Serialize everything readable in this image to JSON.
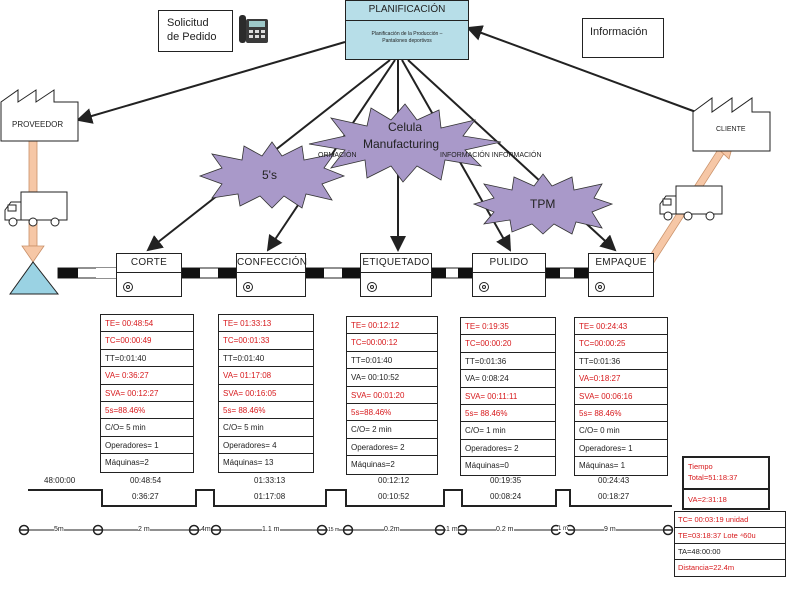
{
  "plan": {
    "title": "PLANIFICACIÓN",
    "sub1": "Planificación de la Producción –",
    "sub2": "Pantalones deportivos"
  },
  "top_labels": {
    "solicitud1": "Solicitud",
    "solicitud2": "de Pedido",
    "informacion": "Información"
  },
  "supplier": "PROVEEDOR",
  "customer": "CLIENTE",
  "bursts": {
    "celula1": "Celula",
    "celula2": "Manufacturing",
    "s5": "5's",
    "tpm": "TPM"
  },
  "flow_labels": {
    "left": "ORMACIÓN",
    "right": "INFORMACIÓN INFORMACIÓN"
  },
  "processes": [
    {
      "name": "CORTE",
      "rows": [
        "TE= 00:48:54",
        "TC=00:00:49",
        "TT=0:01:40",
        "VA= 0:36:27",
        "SVA= 00:12:27",
        "5s=88.46%",
        "C/O= 5 min",
        "Operadores= 1",
        "Máquinas=2"
      ]
    },
    {
      "name": "CONFECCIÓN",
      "rows": [
        "TE= 01:33:13",
        "TC=00:01:33",
        "TT=0:01:40",
        "VA= 01:17:08",
        "SVA= 00:16:05",
        "5s= 88.46%",
        "C/O= 5 min",
        "Operadores= 4",
        "Máquinas= 13"
      ]
    },
    {
      "name": "ETIQUETADO",
      "rows": [
        "TE= 00:12:12",
        "TC=00:00:12",
        "TT=0:01:40",
        "VA= 00:10:52",
        "SVA= 00:01:20",
        "5s=88.46%",
        "C/O= 2 min",
        "Operadores= 2",
        "Máquinas=2"
      ]
    },
    {
      "name": "PULIDO",
      "rows": [
        "TE= 0:19:35",
        "TC=00:00:20",
        "TT=0:01:36",
        "VA= 0:08:24",
        "SVA= 00:11:11",
        "5s= 88.46%",
        "C/O= 1 min",
        "Operadores= 2",
        "Máquinas=0"
      ]
    },
    {
      "name": "EMPAQUE",
      "rows": [
        "TE= 00:24:43",
        "TC=00:00:25",
        "TT=0:01:36",
        "VA=0:18:27",
        "SVA= 00:06:16",
        "5s= 88.46%",
        "C/O= 0 min",
        "Operadores= 1",
        "Máquinas= 1"
      ]
    }
  ],
  "timeline": {
    "start": "48:00:00",
    "te": [
      "00:48:54",
      "01:33:13",
      "00:12:12",
      "00:19:35",
      "00:24:43"
    ],
    "va": [
      "0:36:27",
      "01:17:08",
      "00:10:52",
      "00:08:24",
      "00:18:27"
    ]
  },
  "summary1": {
    "tiempo1": "Tiempo",
    "tiempo2": "Total=51:18:37",
    "va": "VA=2:31:18"
  },
  "distances": [
    "5m",
    "2 m",
    "4m",
    "1.1 m",
    "15 m",
    "0.2m",
    "1 m",
    "0.2 m",
    "1 m",
    "9 m"
  ],
  "summary2": [
    "TC= 00:03:19   unidad",
    "TE=03:18:37  Lote ⁴60u",
    "TA=48:00:00",
    "Distancia=22.4m"
  ],
  "colors": {
    "plan": "#b7dee8",
    "burst": "#a999c9",
    "red": "#d7191c",
    "push": "#f6c7a6"
  }
}
